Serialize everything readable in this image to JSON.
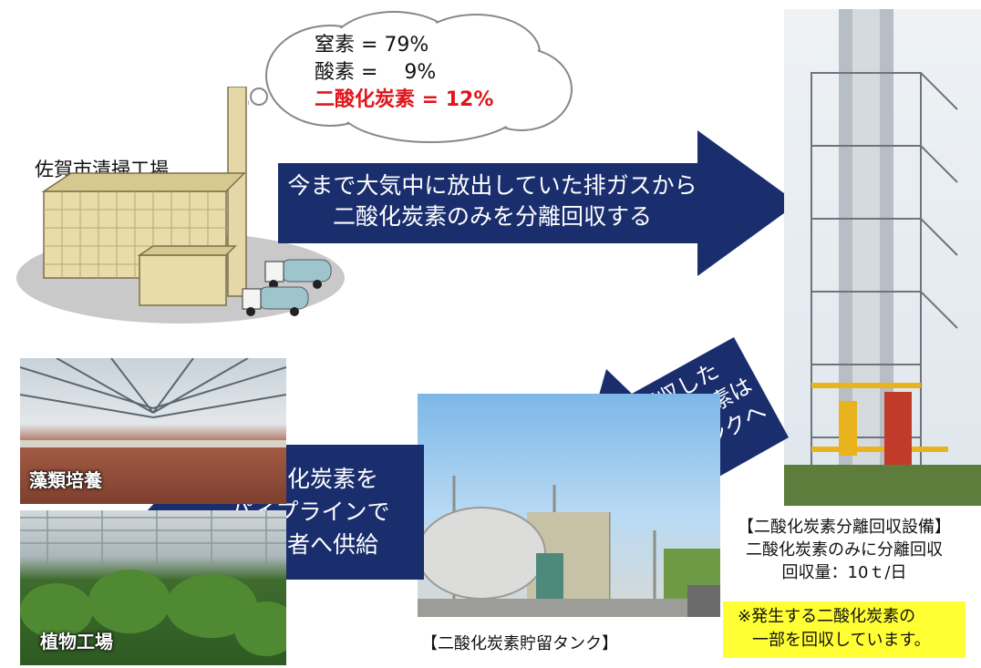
{
  "cloud": {
    "nitrogen": "窒素 = 79%",
    "oxygen": "酸素 =　 9%",
    "co2": "二酸化炭素 = 12%"
  },
  "plant_label": "佐賀市清掃工場",
  "arrow_top": {
    "line1": "今まで大気中に放出していた排ガスから",
    "line2": "二酸化炭素のみを分離回収する"
  },
  "arrow_diag": {
    "line1": "回収した",
    "line2": "二酸化炭素は",
    "line3": "貯留タンクへ"
  },
  "arrow_left": {
    "line1": "二酸化炭素を",
    "line2": "パイプラインで",
    "line3": "事業者へ供給"
  },
  "photo_algae_label": "藻類培養",
  "photo_plant_factory_label": "植物工場",
  "tank_caption": "【二酸化炭素貯留タンク】",
  "facility": {
    "title": "【二酸化炭素分離回収設備】",
    "line2": "二酸化炭素のみに分離回収",
    "line3": "回収量：10ｔ/日"
  },
  "note": {
    "line1": "※発生する二酸化炭素の",
    "line2": "一部を回収しています。"
  },
  "colors": {
    "arrow_fill": "#1a2e6e",
    "co2_text": "#e0161c",
    "note_bg": "#ffff33"
  }
}
